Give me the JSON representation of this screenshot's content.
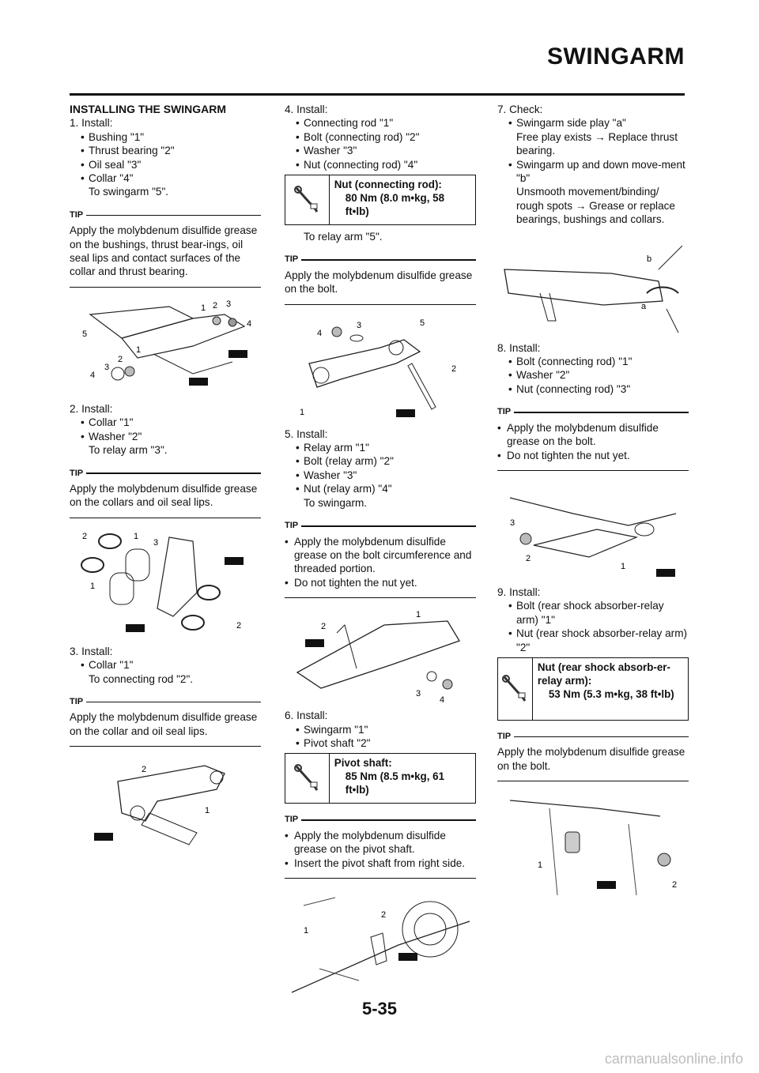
{
  "header": {
    "title": "SWINGARM"
  },
  "page_number": "5-35",
  "watermark": "carmanualsonline.info",
  "col1": {
    "heading": "INSTALLING THE SWINGARM",
    "step1": {
      "label": "1. Install:",
      "items": [
        "Bushing \"1\"",
        "Thrust bearing \"2\"",
        "Oil seal \"3\"",
        "Collar \"4\""
      ],
      "note": "To swingarm \"5\"."
    },
    "tip1": {
      "head": "TIP",
      "text": "Apply the molybdenum disulfide grease on the bushings, thrust bear-ings, oil seal lips and contact surfaces of the collar and thrust bearing."
    },
    "step2": {
      "label": "2. Install:",
      "items": [
        "Collar \"1\"",
        "Washer \"2\""
      ],
      "note": "To relay arm \"3\"."
    },
    "tip2": {
      "head": "TIP",
      "text": "Apply the molybdenum disulfide grease on the collars and oil seal lips."
    },
    "step3": {
      "label": "3. Install:",
      "items": [
        "Collar \"1\""
      ],
      "note": "To connecting rod \"2\"."
    },
    "tip3": {
      "head": "TIP",
      "text": "Apply the molybdenum disulfide grease on the collar and oil seal lips."
    }
  },
  "col2": {
    "step4": {
      "label": "4. Install:",
      "items": [
        "Connecting rod \"1\"",
        "Bolt (connecting rod) \"2\"",
        "Washer \"3\"",
        "Nut (connecting rod) \"4\""
      ],
      "note": "To relay arm \"5\"."
    },
    "torque4": {
      "name": "Nut (connecting rod):",
      "value": "80 Nm (8.0 m•kg, 58 ft•lb)"
    },
    "tip4": {
      "head": "TIP",
      "text": "Apply the molybdenum disulfide grease on the bolt."
    },
    "step5": {
      "label": "5. Install:",
      "items": [
        "Relay arm \"1\"",
        "Bolt (relay arm) \"2\"",
        "Washer \"3\"",
        "Nut (relay arm) \"4\""
      ],
      "note": "To swingarm."
    },
    "tip5": {
      "head": "TIP",
      "items": [
        "Apply the molybdenum disulfide grease on the bolt circumference and threaded portion.",
        "Do not tighten the nut yet."
      ]
    },
    "step6": {
      "label": "6. Install:",
      "items": [
        "Swingarm \"1\"",
        "Pivot shaft \"2\""
      ]
    },
    "torque6": {
      "name": "Pivot shaft:",
      "value": "85 Nm (8.5 m•kg, 61 ft•lb)"
    },
    "tip6": {
      "head": "TIP",
      "items": [
        "Apply the molybdenum disulfide grease on the pivot shaft.",
        "Insert the pivot shaft from right side."
      ]
    }
  },
  "col3": {
    "step7": {
      "label": "7. Check:",
      "items": [
        {
          "title": "Swingarm side play \"a\"",
          "detail": "Free play exists → Replace thrust bearing."
        },
        {
          "title": "Swingarm up and down move-ment \"b\"",
          "detail": "Unsmooth movement/binding/ rough spots → Grease or replace bearings, bushings and collars."
        }
      ]
    },
    "step8": {
      "label": "8. Install:",
      "items": [
        "Bolt (connecting rod) \"1\"",
        "Washer \"2\"",
        "Nut (connecting rod) \"3\""
      ]
    },
    "tip8": {
      "head": "TIP",
      "items": [
        "Apply the molybdenum disulfide grease on the bolt.",
        "Do not tighten the nut yet."
      ]
    },
    "step9": {
      "label": "9. Install:",
      "items": [
        "Bolt (rear shock absorber-relay arm) \"1\"",
        "Nut (rear shock absorber-relay arm) \"2\""
      ]
    },
    "torque9": {
      "name": "Nut (rear shock absorb-er-relay arm):",
      "value": "53 Nm (5.3 m•kg, 38 ft•lb)"
    },
    "tip9": {
      "head": "TIP",
      "text": "Apply the molybdenum disulfide grease on the bolt."
    }
  }
}
